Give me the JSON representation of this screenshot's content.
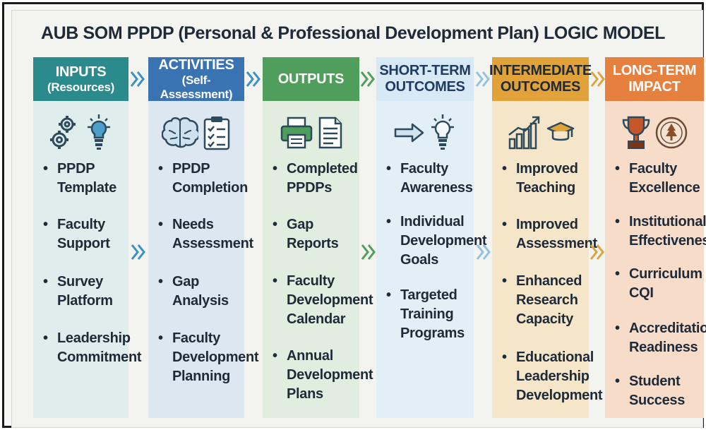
{
  "title": "AUB SOM PPDP (Personal & Professional Development Plan) LOGIC MODEL",
  "colors": {
    "inputs_head": "#2b8a8c",
    "inputs_body": "#dfeeed",
    "activities_head": "#3a73b2",
    "activities_body": "#dde7f1",
    "outputs_head": "#4f9e5c",
    "outputs_body": "#e1edde",
    "short_head": "#d7e9f4",
    "short_body": "#e3eff7",
    "inter_head": "#e1a23a",
    "inter_body": "#f6e6c9",
    "long_head": "#e6803f",
    "long_body": "#f7dcc9",
    "text": "#1f2a38"
  },
  "columns": [
    {
      "key": "inputs",
      "title": "INPUTS",
      "subtitle": "(Resources)",
      "icons": [
        "gears-icon",
        "lightbulb-icon"
      ],
      "items": [
        "PPDP\nTemplate",
        "Faculty\nSupport",
        "Survey\nPlatform",
        "Leadership\nCommitment"
      ]
    },
    {
      "key": "activities",
      "title": "ACTIVITIES",
      "subtitle": "(Self-Assessment)",
      "icons": [
        "brain-icon",
        "checklist-clipboard-icon"
      ],
      "items": [
        "PPDP\nCompletion",
        "Needs\nAssessment",
        "Gap\nAnalysis",
        "Faculty\nDevelopment\nPlanning"
      ]
    },
    {
      "key": "outputs",
      "title": "OUTPUTS",
      "subtitle": "",
      "icons": [
        "printer-icon",
        "document-icon"
      ],
      "items": [
        "Completed\nPPDPs",
        "Gap\nReports",
        "Faculty\nDevelopment\nCalendar",
        "Annual\nDevelopment\nPlans"
      ]
    },
    {
      "key": "short",
      "title": "SHORT-TERM",
      "subtitle": "OUTCOMES",
      "icons": [
        "arrow-right-icon",
        "lightbulb-icon"
      ],
      "items": [
        "Faculty\nAwareness",
        "Individual\nDevelopment\nGoals",
        "Targeted\nTraining\nPrograms"
      ]
    },
    {
      "key": "inter",
      "title": "INTERMEDIATE",
      "subtitle": "OUTCOMES",
      "icons": [
        "growth-chart-icon",
        "graduation-cap-icon"
      ],
      "items": [
        "Improved\nTeaching",
        "Improved\nAssessment",
        "Enhanced\nResearch\nCapacity",
        "Educational\nLeadership\nDevelopment"
      ]
    },
    {
      "key": "long",
      "title": "LONG-TERM",
      "subtitle": "IMPACT",
      "icons": [
        "trophy-icon",
        "university-seal-icon"
      ],
      "items": [
        "Faculty\nExcellence",
        "Institutional\nEffectiveness",
        "Curriculum\nCQI",
        "Accreditation\nReadiness",
        "Student\nSuccess"
      ]
    }
  ]
}
